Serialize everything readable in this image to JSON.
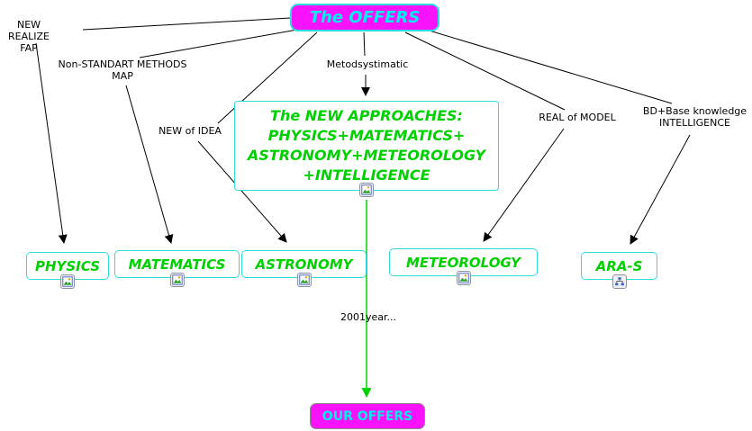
{
  "colors": {
    "magenta": "#fa12fa",
    "cyan_border": "#2fdcdc",
    "cyan_text": "#00eeee",
    "green": "#00d000",
    "black": "#000000"
  },
  "nodes": {
    "offers": {
      "label": "The OFFERS"
    },
    "approaches": {
      "lines": [
        "The NEW APPROACHES:",
        "PHYSICS+MATEMATICS+",
        "ASTRONOMY+METEOROLOGY",
        "+INTELLIGENCE"
      ]
    },
    "physics": {
      "label": "PHYSICS"
    },
    "matematics": {
      "label": "MATEMATICS"
    },
    "astronomy": {
      "label": "ASTRONOMY"
    },
    "meteorology": {
      "label": "METEOROLOGY"
    },
    "ara_s": {
      "label": "ARA-S"
    },
    "our_offers": {
      "label": "OUR OFFERS"
    }
  },
  "links": {
    "new_realize": {
      "line1": "NEW REALIZE",
      "line2": "FAP"
    },
    "non_standart": {
      "line1": "Non-STANDART METHODS",
      "line2": "MAP"
    },
    "metodsystimatic": {
      "label": "Metodsystimatic"
    },
    "new_of_idea": {
      "label": "NEW of IDEA"
    },
    "real_of_model": {
      "label": "REAL of MODEL"
    },
    "bd_base": {
      "line1": "BD+Base knowledge",
      "line2": "INTELLIGENCE"
    },
    "year": {
      "label": "2001year..."
    }
  },
  "icons": {
    "image_resource": "image-resource-icon",
    "hierarchy_resource": "hierarchy-resource-icon"
  }
}
